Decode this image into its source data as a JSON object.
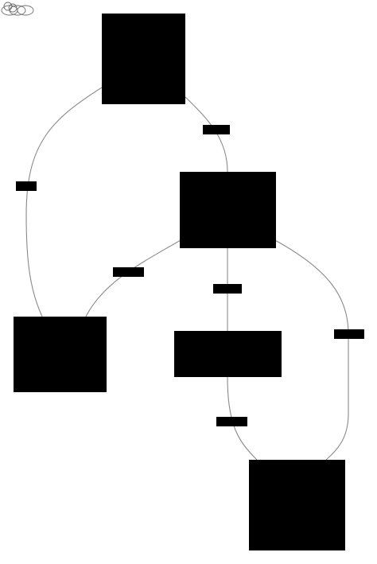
{
  "diagram": {
    "type": "flowchart",
    "colors": {
      "node_fill": "#000000",
      "edge_stroke": "#8a8a8a",
      "label_fill": "#000000",
      "background": "#ffffff"
    },
    "logo": {
      "icon": "knot-logo-icon"
    },
    "nodes": [
      {
        "id": "n1",
        "text": ""
      },
      {
        "id": "n2",
        "text": ""
      },
      {
        "id": "n3",
        "text": ""
      },
      {
        "id": "n4",
        "text": ""
      },
      {
        "id": "n5",
        "text": ""
      }
    ],
    "edges": [
      {
        "id": "e1",
        "from": "n1",
        "to": "n2",
        "label": ""
      },
      {
        "id": "e2",
        "from": "n1",
        "to": "n3",
        "label": ""
      },
      {
        "id": "e3",
        "from": "n2",
        "to": "n3",
        "label": ""
      },
      {
        "id": "e4",
        "from": "n2",
        "to": "n4",
        "label": ""
      },
      {
        "id": "e5",
        "from": "n2",
        "to": "n5",
        "label": ""
      },
      {
        "id": "e6",
        "from": "n4",
        "to": "n5",
        "label": ""
      }
    ]
  }
}
